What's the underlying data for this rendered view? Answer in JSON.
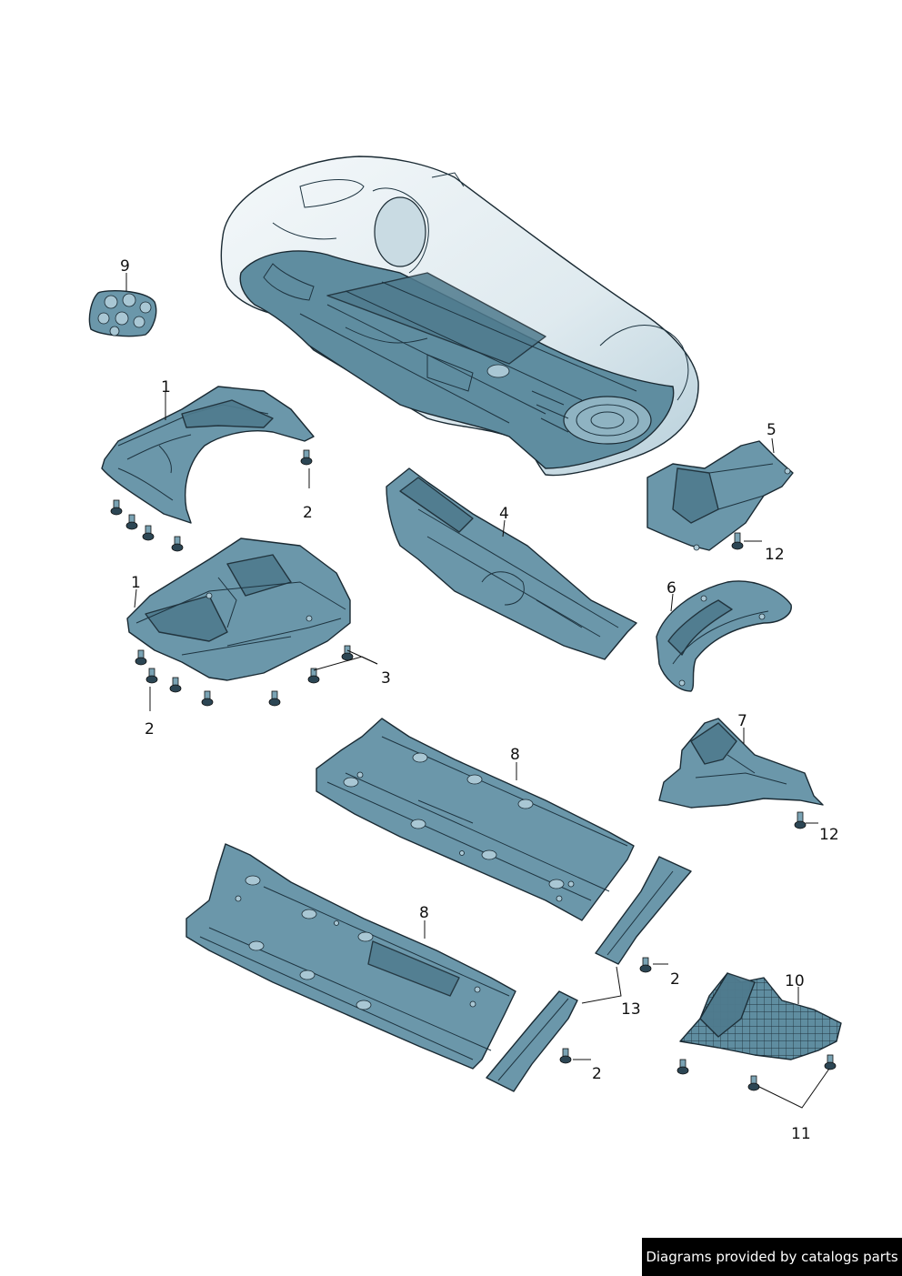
{
  "callouts": {
    "c1a": "1",
    "c1b": "1",
    "c2a": "2",
    "c2b": "2",
    "c2c": "2",
    "c2d": "2",
    "c3": "3",
    "c4": "4",
    "c5": "5",
    "c6": "6",
    "c7": "7",
    "c8a": "8",
    "c8b": "8",
    "c9": "9",
    "c10": "10",
    "c11": "11",
    "c12a": "12",
    "c12b": "12",
    "c13": "13"
  },
  "footer": {
    "text": "Diagrams provided by catalogs parts"
  },
  "colors": {
    "part_fill": "#6b97aa",
    "part_dark": "#4f7b8e",
    "outline": "#1a2a33",
    "footer_bg": "#000000"
  }
}
